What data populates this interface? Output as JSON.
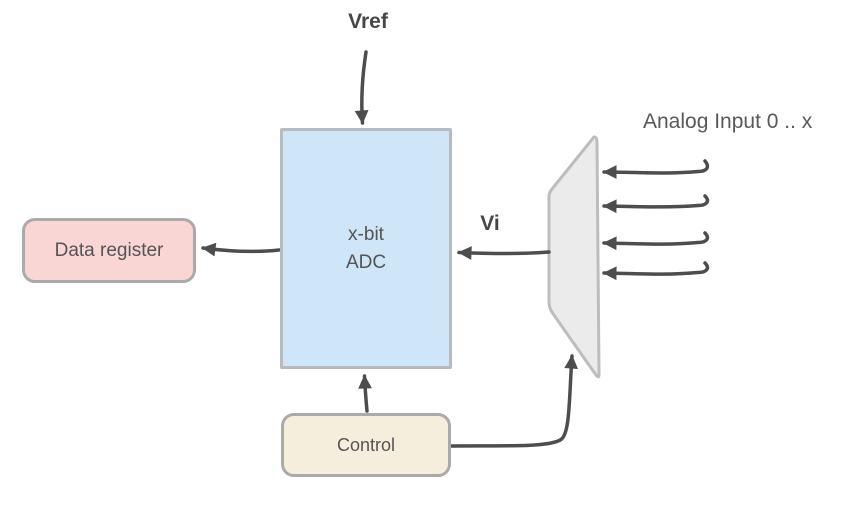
{
  "diagram": {
    "type": "block-diagram",
    "background": "#ffffff",
    "labels": {
      "vref": "Vref",
      "vi": "Vi",
      "analog_input": "Analog Input 0 .. x"
    },
    "nodes": {
      "adc": {
        "label": "x-bit\nADC",
        "fill": "#cfe6f8"
      },
      "data_register": {
        "label": "Data register",
        "fill": "#f9d6d3"
      },
      "control": {
        "label": "Control",
        "fill": "#f5eedc"
      },
      "multiplexer": {
        "label": "",
        "fill": "#ebebeb"
      }
    },
    "edges": [
      {
        "from": "vref",
        "to": "adc",
        "label": "Vref"
      },
      {
        "from": "adc",
        "to": "data_register",
        "label": ""
      },
      {
        "from": "multiplexer",
        "to": "adc",
        "label": "Vi"
      },
      {
        "from": "control",
        "to": "adc",
        "label": ""
      },
      {
        "from": "control",
        "to": "multiplexer",
        "label": ""
      },
      {
        "from": "analog_input_0",
        "to": "multiplexer",
        "label": ""
      },
      {
        "from": "analog_input_1",
        "to": "multiplexer",
        "label": ""
      },
      {
        "from": "analog_input_2",
        "to": "multiplexer",
        "label": ""
      },
      {
        "from": "analog_input_3",
        "to": "multiplexer",
        "label": ""
      }
    ],
    "colors": {
      "arrow": "#4d4d4d",
      "box_border": "#aaaaaa",
      "adc_border": "#b7bbbd",
      "mux_border": "#bdbdbd",
      "text": "#545454",
      "bold_label_text": "#474747"
    }
  }
}
